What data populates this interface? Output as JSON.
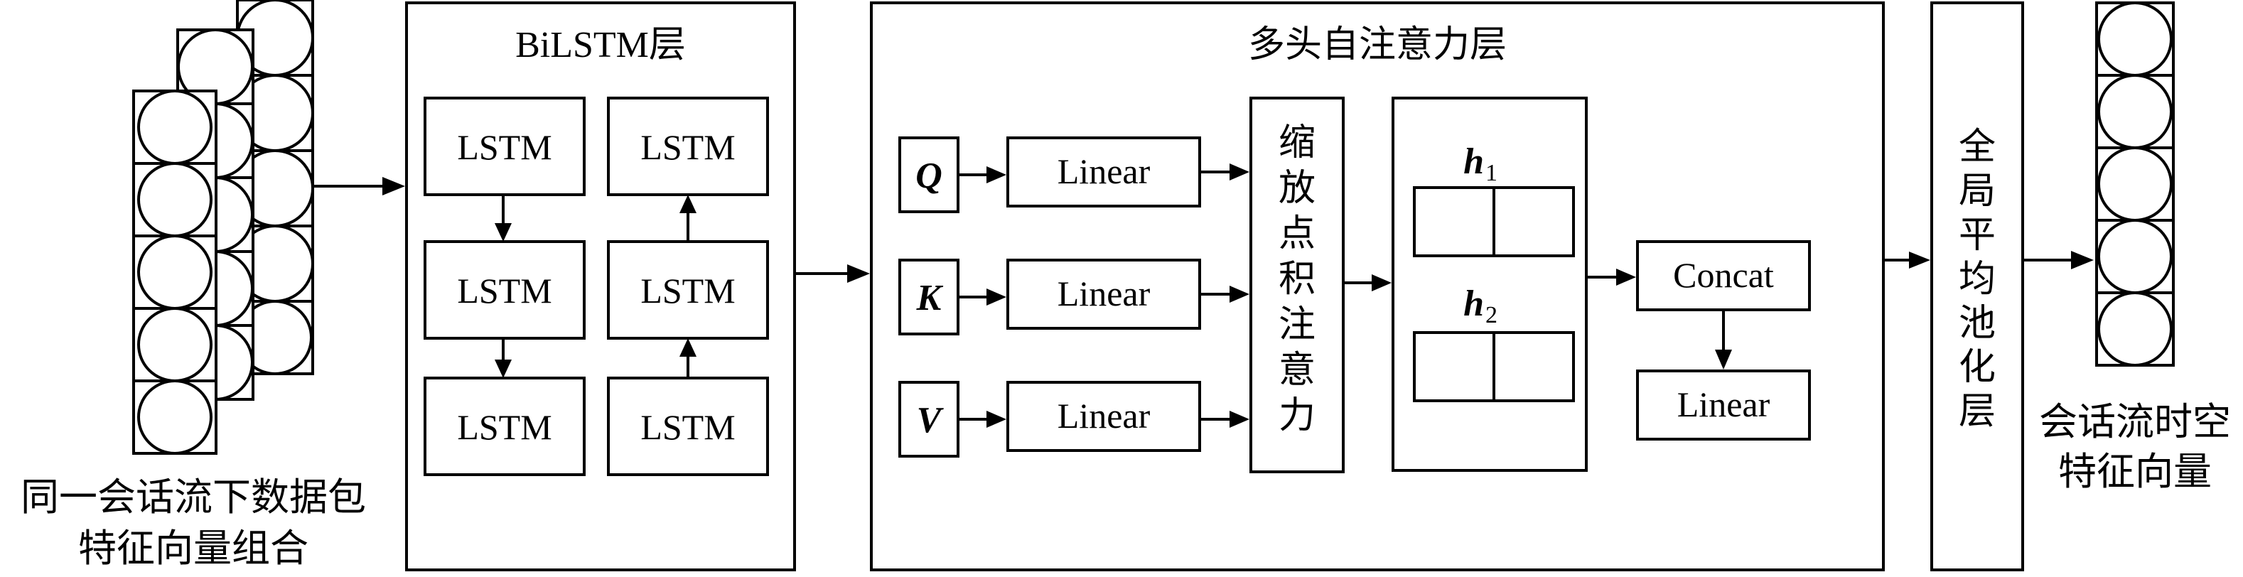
{
  "input_label": [
    "同一会话流下数据包",
    "特征向量组合"
  ],
  "bilstm": {
    "title": "BiLSTM层",
    "cell_label": "LSTM"
  },
  "attention": {
    "title": "多头自注意力层",
    "inputs": [
      "Q",
      "K",
      "V"
    ],
    "linear_label": "Linear",
    "scaled_dot": [
      "缩",
      "放",
      "点",
      "积",
      "注",
      "意",
      "力"
    ],
    "heads": [
      "h",
      "h"
    ],
    "head_subs": [
      "1",
      "2"
    ],
    "concat_label": "Concat",
    "out_linear_label": "Linear"
  },
  "gap": {
    "chars": [
      "全",
      "局",
      "平",
      "均",
      "池",
      "化",
      "层"
    ]
  },
  "output_label": [
    "会话流时空",
    "特征向量"
  ]
}
